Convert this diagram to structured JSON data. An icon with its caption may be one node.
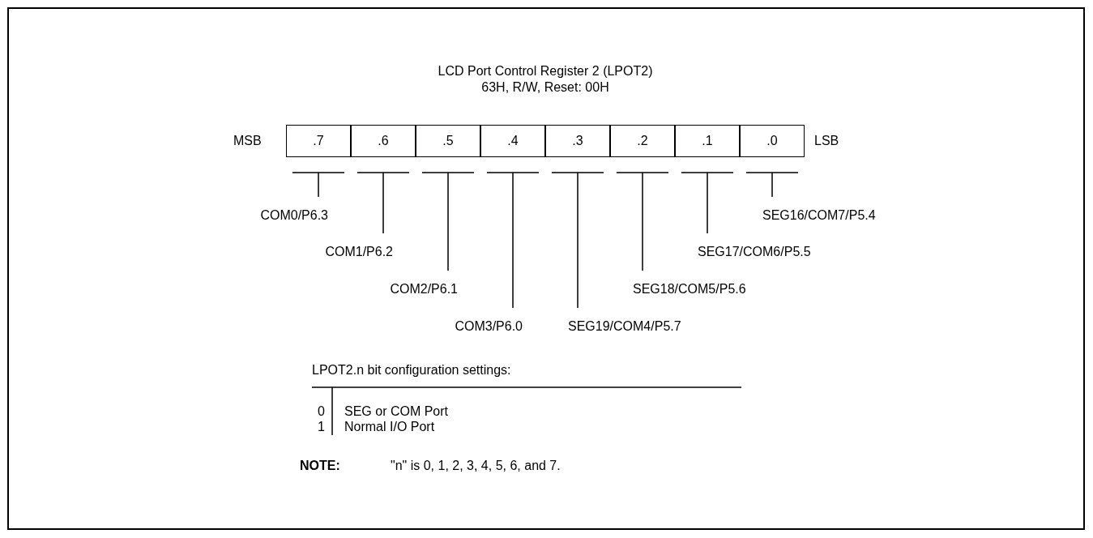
{
  "diagram": {
    "title": "LCD Port Control Register 2 (LPOT2)",
    "nodes": [
      {
        "text": [
          ".7"
        ]
      },
      {
        "text": [
          ".6"
        ]
      },
      {
        "text": [
          ".5"
        ]
      },
      {
        "text": [
          ".4"
        ]
      },
      {
        "text": [
          ".3"
        ]
      },
      {
        "text": [
          ".2"
        ]
      },
      {
        "text": [
          ".1"
        ]
      },
      {
        "text": [
          ".0"
        ]
      },
      {
        "text": [
          "COM0/P6.3"
        ]
      },
      {
        "text": [
          "COM1/P6.2"
        ]
      },
      {
        "text": [
          "COM2/P6.1"
        ]
      },
      {
        "text": [
          "COM3/P6.0"
        ]
      },
      {
        "text": [
          "SEG19/COM4/P5.7"
        ]
      },
      {
        "text": [
          "SEG18/COM5/P5.6"
        ]
      },
      {
        "text": [
          "SEG17/COM6/P5.5"
        ]
      },
      {
        "text": [
          "SEG16/COM7/P5.4"
        ]
      }
    ],
    "edges": [
      {
        "from": 0,
        "to": 8,
        "arrow": "none"
      },
      {
        "from": 1,
        "to": 9,
        "arrow": "none"
      },
      {
        "from": 2,
        "to": 10,
        "arrow": "none"
      },
      {
        "from": 3,
        "to": 11,
        "arrow": "none"
      },
      {
        "from": 4,
        "to": 12,
        "arrow": "none"
      },
      {
        "from": 5,
        "to": 13,
        "arrow": "none"
      },
      {
        "from": 6,
        "to": 14,
        "arrow": "none"
      },
      {
        "from": 7,
        "to": 15,
        "arrow": "none"
      }
    ],
    "labels": [
      "63H, R/W, Reset: 00H",
      "MSB",
      "LSB",
      "LPOT2.n bit configuration settings:",
      "0",
      "SEG or COM Port",
      "1",
      "Normal I/O Port",
      "NOTE:",
      "\"n\" is 0, 1, 2, 3, 4, 5, 6, and 7."
    ]
  }
}
